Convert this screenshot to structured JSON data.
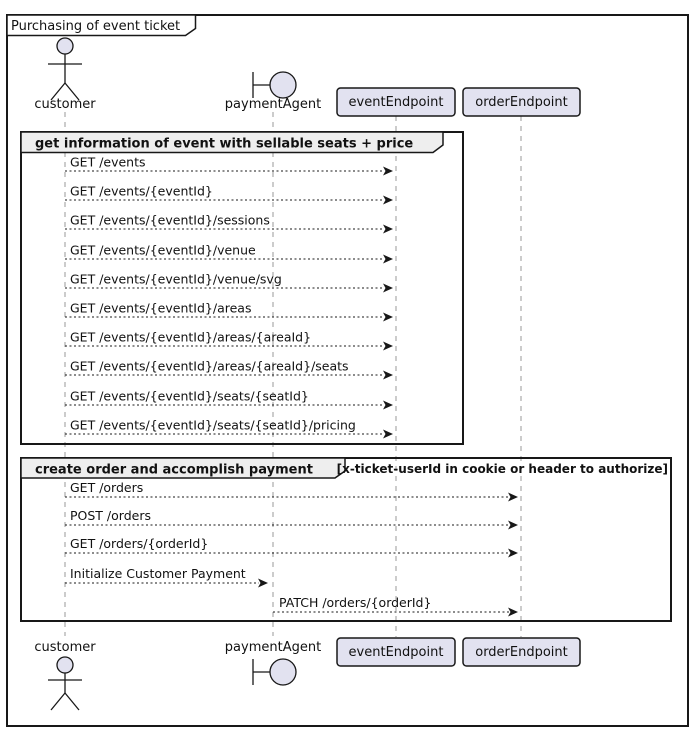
{
  "title": "Purchasing of event ticket",
  "participants": {
    "customer": {
      "label": "customer",
      "type": "actor",
      "icon": "actor-icon"
    },
    "paymentAgent": {
      "label": "paymentAgent",
      "type": "boundary",
      "icon": "boundary-icon"
    },
    "eventEndpoint": {
      "label": "eventEndpoint",
      "type": "participant"
    },
    "orderEndpoint": {
      "label": "orderEndpoint",
      "type": "participant"
    }
  },
  "groups": [
    {
      "label": "get information of event with sellable seats + price",
      "condition": "",
      "messages": [
        {
          "from": "customer",
          "to": "eventEndpoint",
          "label": "GET /events"
        },
        {
          "from": "customer",
          "to": "eventEndpoint",
          "label": "GET /events/{eventId}"
        },
        {
          "from": "customer",
          "to": "eventEndpoint",
          "label": "GET /events/{eventId}/sessions"
        },
        {
          "from": "customer",
          "to": "eventEndpoint",
          "label": "GET /events/{eventId}/venue"
        },
        {
          "from": "customer",
          "to": "eventEndpoint",
          "label": "GET /events/{eventId}/venue/svg"
        },
        {
          "from": "customer",
          "to": "eventEndpoint",
          "label": "GET /events/{eventId}/areas"
        },
        {
          "from": "customer",
          "to": "eventEndpoint",
          "label": "GET /events/{eventId}/areas/{areaId}"
        },
        {
          "from": "customer",
          "to": "eventEndpoint",
          "label": "GET /events/{eventId}/areas/{areaId}/seats"
        },
        {
          "from": "customer",
          "to": "eventEndpoint",
          "label": "GET /events/{eventId}/seats/{seatId}"
        },
        {
          "from": "customer",
          "to": "eventEndpoint",
          "label": "GET /events/{eventId}/seats/{seatId}/pricing"
        }
      ]
    },
    {
      "label": "create order and accomplish payment",
      "condition": "[x-ticket-userId in cookie or header to authorize]",
      "messages": [
        {
          "from": "customer",
          "to": "orderEndpoint",
          "label": "GET /orders"
        },
        {
          "from": "customer",
          "to": "orderEndpoint",
          "label": "POST /orders"
        },
        {
          "from": "customer",
          "to": "orderEndpoint",
          "label": "GET /orders/{orderId}"
        },
        {
          "from": "customer",
          "to": "paymentAgent",
          "label": "Initialize Customer Payment"
        },
        {
          "from": "paymentAgent",
          "to": "orderEndpoint",
          "label": "PATCH /orders/{orderId}"
        }
      ]
    }
  ],
  "colors": {
    "participant_fill": "#E2E2F0",
    "border": "#181818",
    "group_header_fill": "#EEEEEE",
    "lifeline": "#999999",
    "arrow": "#181818",
    "background": "#FFFFFF"
  }
}
